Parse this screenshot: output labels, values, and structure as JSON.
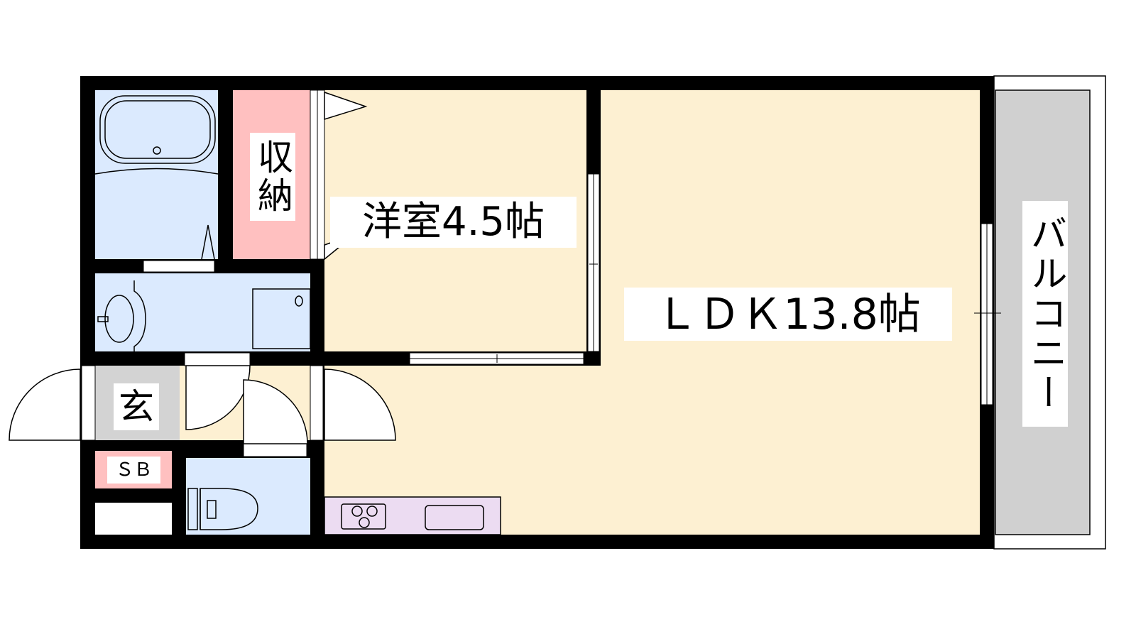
{
  "floorplan": {
    "rooms": {
      "storage": "収納",
      "western_room": "洋室4.5帖",
      "ldk": "ＬＤＫ13.8帖",
      "entrance": "玄",
      "shoe_box": "ＳＢ",
      "balcony": "バルコニー"
    },
    "colors": {
      "wall": "#000000",
      "wet_area": "#dbeafe",
      "living": "#fdf0d2",
      "storage": "#ffc0c0",
      "entrance": "#d3d3d3",
      "kitchen": "#ecdcf2",
      "balcony": "#d0d0d0"
    }
  }
}
